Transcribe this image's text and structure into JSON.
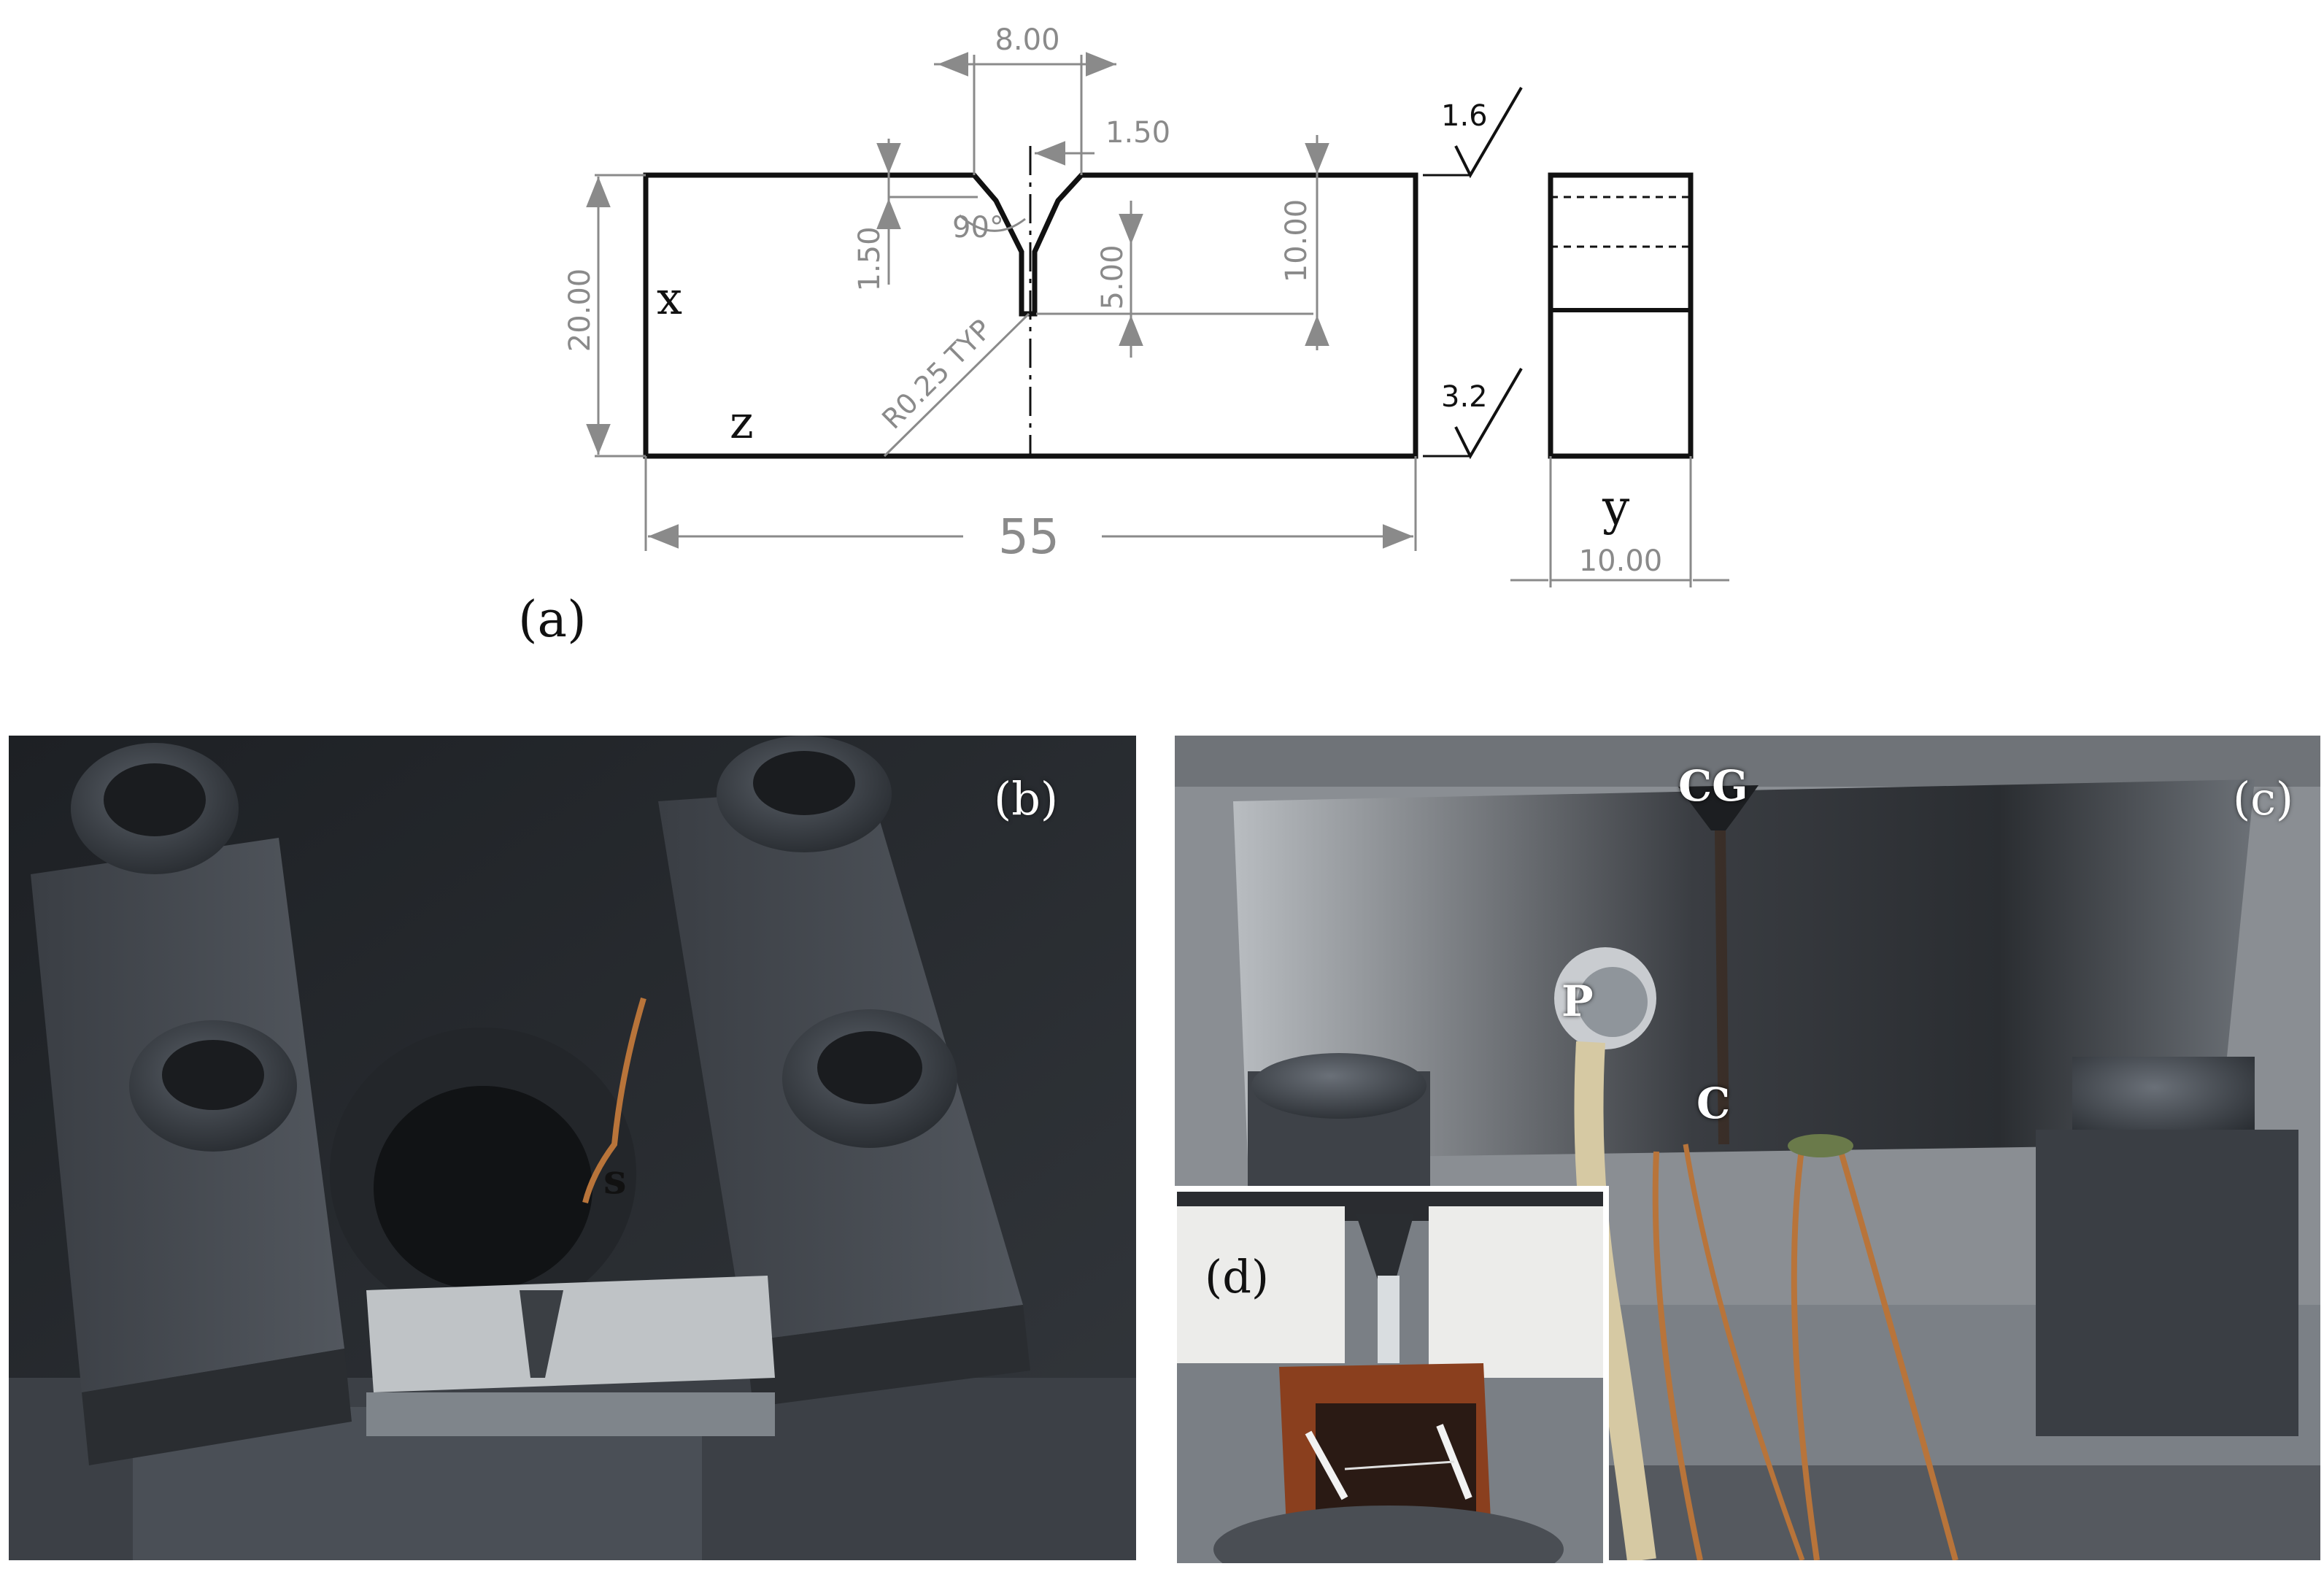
{
  "panel_labels": {
    "a": "(a)",
    "b": "(b)",
    "c": "(c)",
    "d": "(d)"
  },
  "dimensions": {
    "notch_width": "8.00",
    "notch_depth_top": "1.50",
    "notch_depth_side": "1.50",
    "notch_angle": "90°",
    "slot_length": "5.00",
    "ligament_height": "10.00",
    "height": "20.00",
    "radius": "R0.25 TYP",
    "length": "55",
    "thickness": "10.00"
  },
  "roughness": {
    "top": "1.6",
    "bottom": "3.2"
  },
  "axes": {
    "x": "x",
    "z": "z",
    "y": "y"
  },
  "photo_marks": {
    "s": "s",
    "cg": "CG",
    "p": "P",
    "c": "C"
  },
  "colors": {
    "line": "#111111",
    "dim": "#8a8a8a",
    "photo_bg": "#2b2e33",
    "steel": "#9ea3a8",
    "copper": "#b8743a"
  }
}
